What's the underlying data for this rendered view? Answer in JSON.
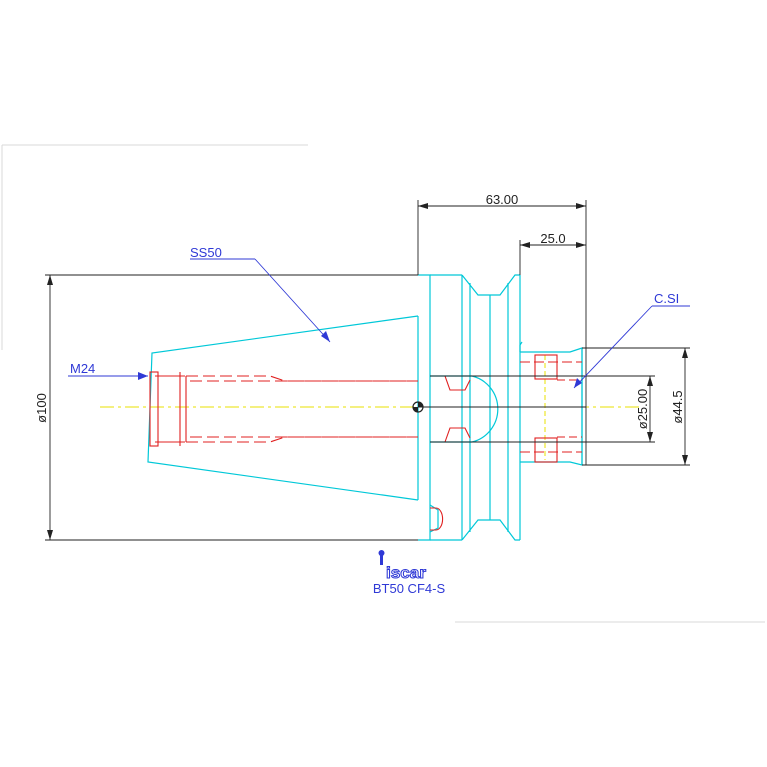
{
  "drawing": {
    "dimensions": {
      "overall_length": "63.00",
      "shank_length": "25.0",
      "flange_diameter": "ø100",
      "bore_diameter": "ø25.00",
      "shank_diameter": "ø44.5"
    },
    "labels": {
      "taper": "SS50",
      "thread": "M24",
      "coolant": "C.SI"
    },
    "logo_text": "iscar",
    "model": "BT50 CF4-S",
    "colors": {
      "outline": "#00c8d8",
      "hidden": "#e02020",
      "center": "#e8e000",
      "dimension": "#222222",
      "leader": "#2f39d6"
    }
  }
}
